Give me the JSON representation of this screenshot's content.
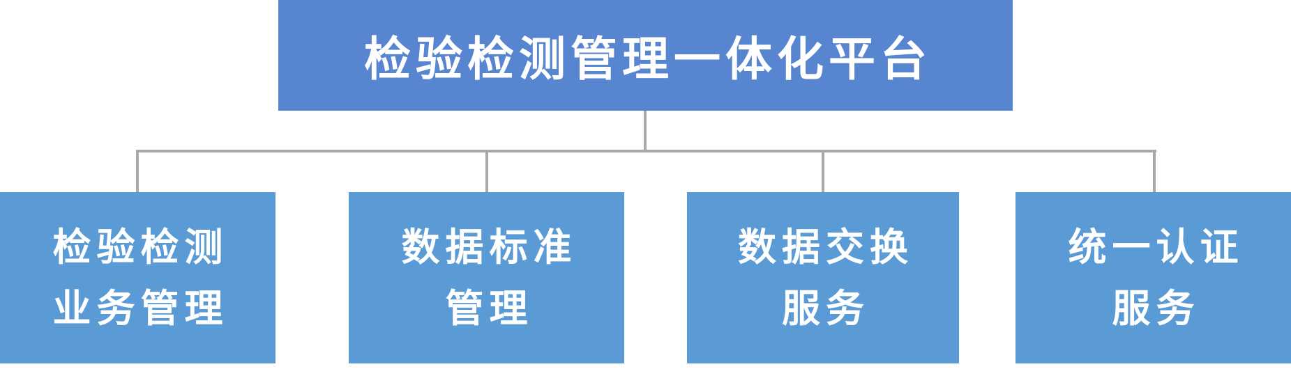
{
  "diagram": {
    "title": "检验检测管理一体化平台",
    "root": {
      "label": "检验检测管理一体化平台"
    },
    "children": [
      {
        "line1": "检验检测",
        "line2": "业务管理"
      },
      {
        "line1": "数据标准",
        "line2": "管理"
      },
      {
        "line1": "数据交换",
        "line2": "服务"
      },
      {
        "line1": "统一认证",
        "line2": "服务"
      }
    ],
    "colors": {
      "root_fill": "#5885D0",
      "child_fill": "#5B9BD5",
      "connector": "#A9A9A9",
      "text": "#FFFFFF",
      "background": "#FFFFFF"
    }
  }
}
